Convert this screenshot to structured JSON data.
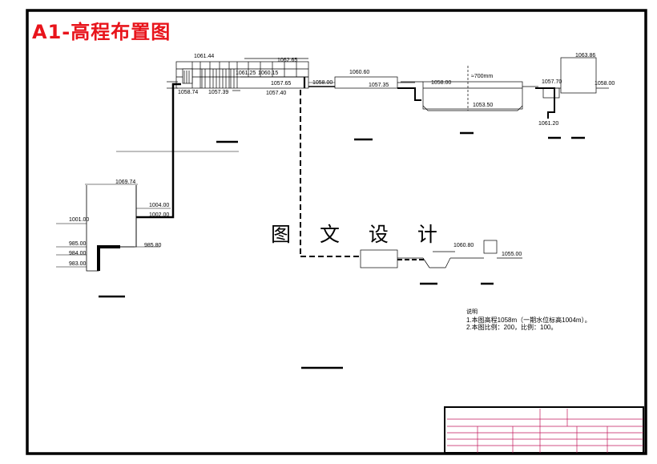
{
  "title": "A1-高程布置图",
  "watermark": "图 文 设 计",
  "elevations": {
    "e1061_44": "1061.44",
    "e1062_65": "1062.65",
    "e1061_25": "1061.25",
    "e1060_15": "1060.15",
    "e1057_65": "1057.65",
    "e1057_40": "1057.40",
    "e1058_74": "1058.74",
    "e1057_39": "1057.39",
    "e1058_00": "1058.00",
    "e1060_60": "1060.60",
    "e1057_35": "1057.35",
    "e1058_00b": "1058.00",
    "e700": "≈700mm",
    "e1053_50": "1053.50",
    "e1063_86": "1063.86",
    "e1057_70": "1057.70",
    "e1058_00c": "1058.00",
    "e1061_20": "1061.20",
    "e1069_74": "1069.74",
    "e1004_00": "1004.00",
    "e1002_00": "1002.00",
    "e1001_00": "1001.00",
    "e985_80": "985.80",
    "e985_00": "985.00",
    "e984_00": "984.00",
    "e983_00": "983.00",
    "e1060_80": "1060.80",
    "e1055_00": "1055.00"
  },
  "notes": {
    "header": "说明",
    "line1": "1.本图高程1058m（一期水位标高1004m）。",
    "line2": "2.本图比例：200，比例：100。"
  }
}
